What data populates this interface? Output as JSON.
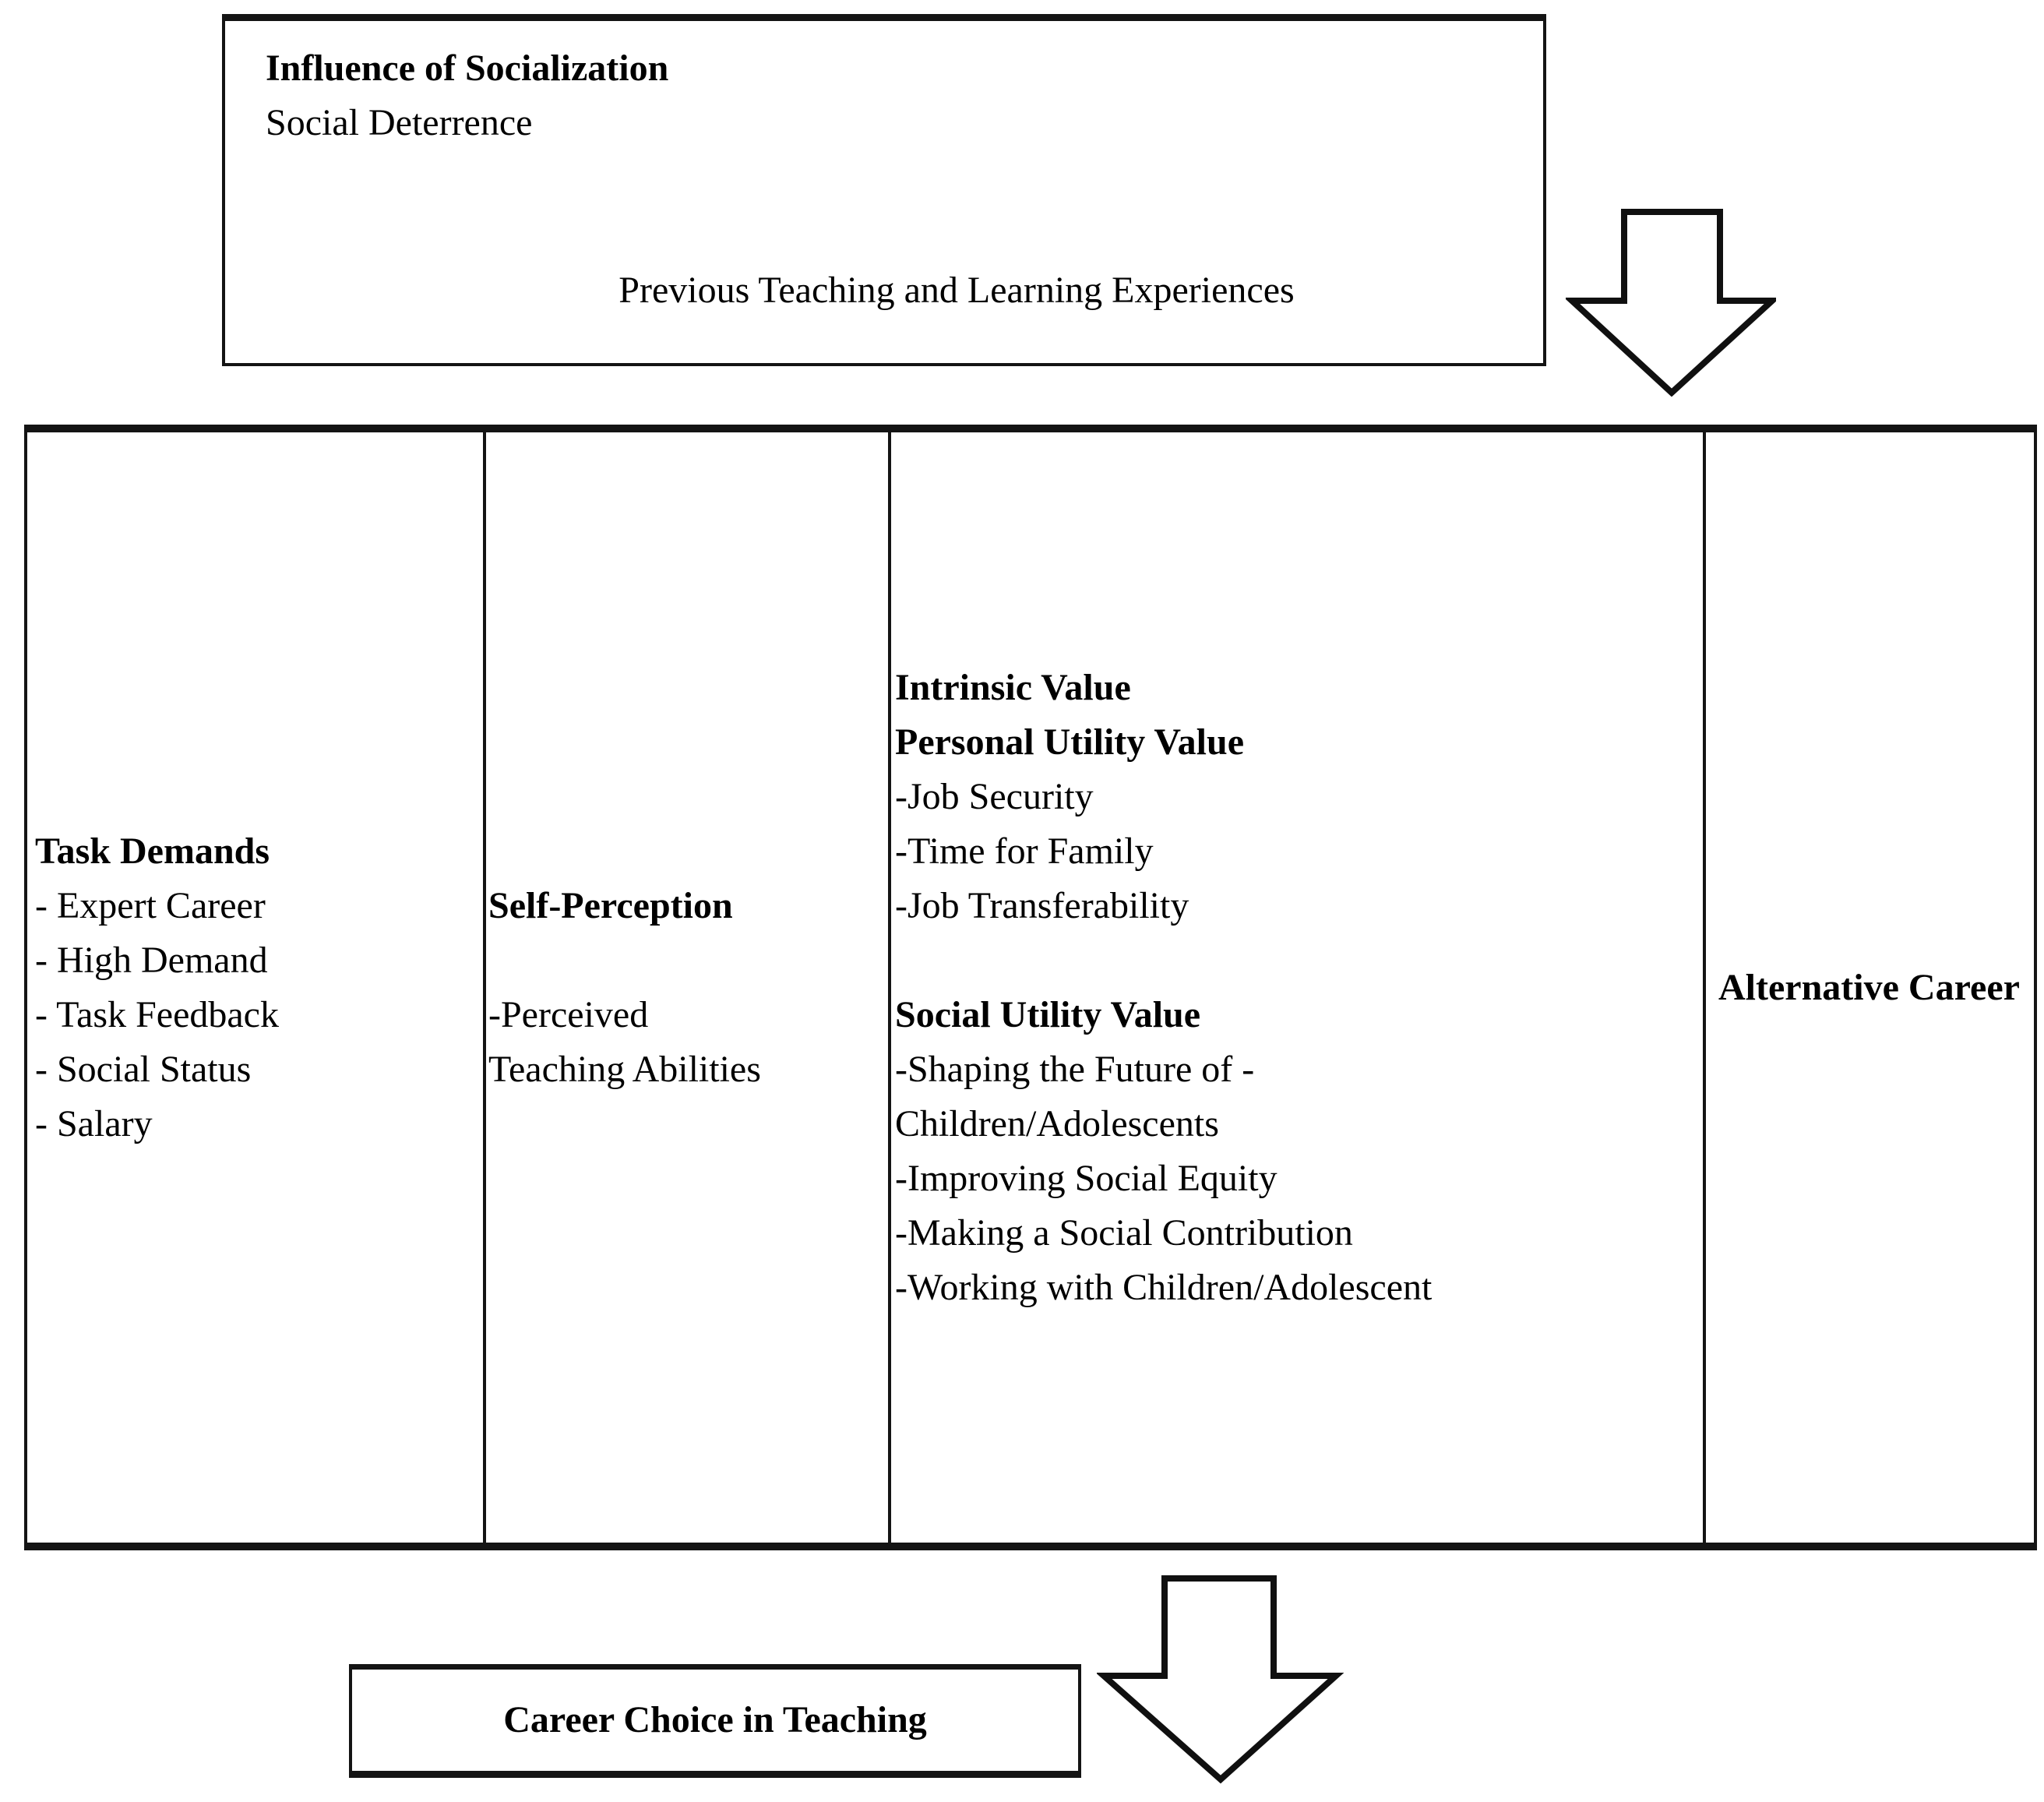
{
  "top_box": {
    "title": "Influence of Socialization",
    "subtitle": "Social Deterrence",
    "footer_text": "Previous Teaching and Learning Experiences"
  },
  "table": {
    "columns": [
      {
        "id": "task-demands",
        "lines": [
          "Task Demands",
          "- Expert Career",
          "- High Demand",
          "- Task Feedback",
          "- Social Status",
          "- Salary"
        ]
      },
      {
        "id": "self-perception",
        "lines": [
          "Self-Perception",
          "-Perceived",
          "Teaching Abilities"
        ]
      },
      {
        "id": "values",
        "lines": [
          "Intrinsic Value",
          "Personal Utility Value",
          "-Job Security",
          "-Time for Family",
          "-Job Transferability",
          "Social Utility Value",
          "-Shaping the Future of -",
          "Children/Adolescents",
          "-Improving Social Equity",
          "-Making a Social Contribution",
          "-Working with Children/Adolescent"
        ]
      },
      {
        "id": "alternative-career",
        "lines": [
          "Alternative Career"
        ]
      }
    ]
  },
  "bottom_box": {
    "label": "Career Choice in Teaching"
  },
  "icons": {
    "top_arrow": "block-down-arrow",
    "bottom_arrow": "block-down-arrow"
  },
  "colors": {
    "ink": "#141414",
    "background": "#ffffff"
  }
}
